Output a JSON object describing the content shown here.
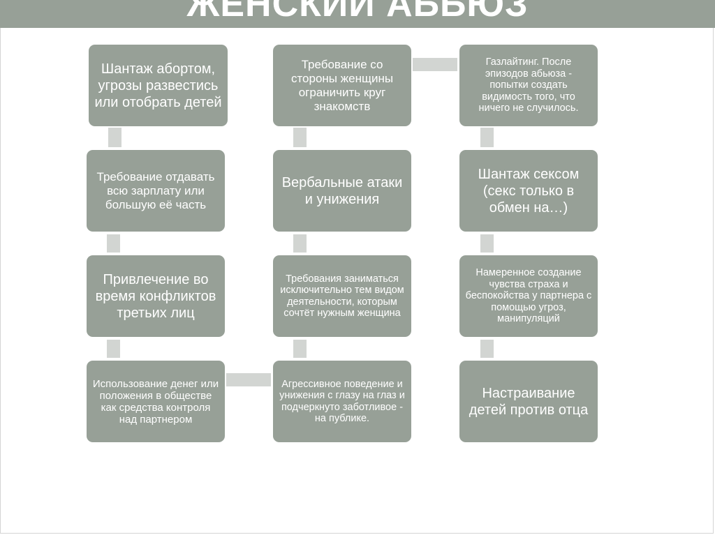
{
  "title": "ЖЕНСКИЙ АБЬЮЗ",
  "boxes": {
    "c1r1": "Шантаж абортом, угрозы развестись или отобрать детей",
    "c1r2": "Требование отдавать всю зарплату или большую её часть",
    "c1r3": "Привлечение во время конфликтов третьих лиц",
    "c1r4": "Использование денег или положения в обществе как средства контроля над партнером",
    "c2r1": "Требование со стороны женщины ограничить круг знакомств",
    "c2r2": "Вербальные атаки и унижения",
    "c2r3": "Требования заниматься исключительно тем видом деятельности, которым сочтёт нужным женщина",
    "c2r4": "Агрессивное поведение и унижения с глазу на глаз и подчеркнуто заботливое - на публике.",
    "c3r1": "Газлайтинг. После эпизодов абьюза - попытки создать видимость того, что ничего не случилось.",
    "c3r2": "Шантаж сексом (секс только в обмен на…)",
    "c3r3": "Намеренное создание чувства страха и беспокойства у партнера с помощью угроз, манипуляций",
    "c3r4": "Настраивание детей против отца"
  },
  "colors": {
    "box": "#97a097",
    "connector": "#d2d5d2",
    "text": "#ffffff"
  }
}
